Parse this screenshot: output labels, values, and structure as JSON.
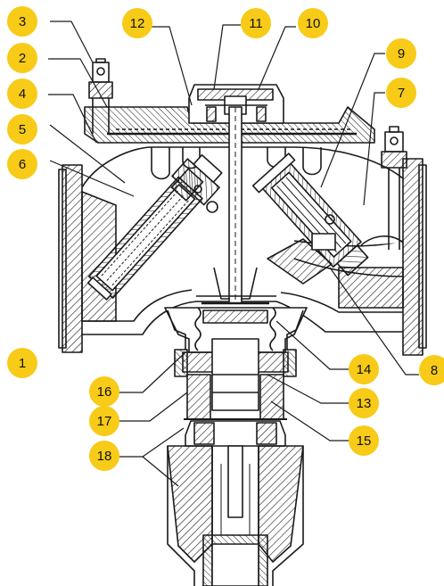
{
  "colors": {
    "badge": "#F7CB17",
    "line": "#1a1a1a",
    "paper": "#ffffff"
  },
  "callouts": [
    {
      "id": "b1",
      "label": "1"
    },
    {
      "id": "b2",
      "label": "2"
    },
    {
      "id": "b3",
      "label": "3"
    },
    {
      "id": "b4",
      "label": "4"
    },
    {
      "id": "b5",
      "label": "5"
    },
    {
      "id": "b6",
      "label": "6"
    },
    {
      "id": "b7",
      "label": "7"
    },
    {
      "id": "b8",
      "label": "8"
    },
    {
      "id": "b9",
      "label": "9"
    },
    {
      "id": "b10",
      "label": "10"
    },
    {
      "id": "b11",
      "label": "11"
    },
    {
      "id": "b12",
      "label": "12"
    },
    {
      "id": "b13",
      "label": "13"
    },
    {
      "id": "b14",
      "label": "14"
    },
    {
      "id": "b15",
      "label": "15"
    },
    {
      "id": "b16",
      "label": "16"
    },
    {
      "id": "b17",
      "label": "17"
    },
    {
      "id": "b18",
      "label": "18"
    }
  ]
}
